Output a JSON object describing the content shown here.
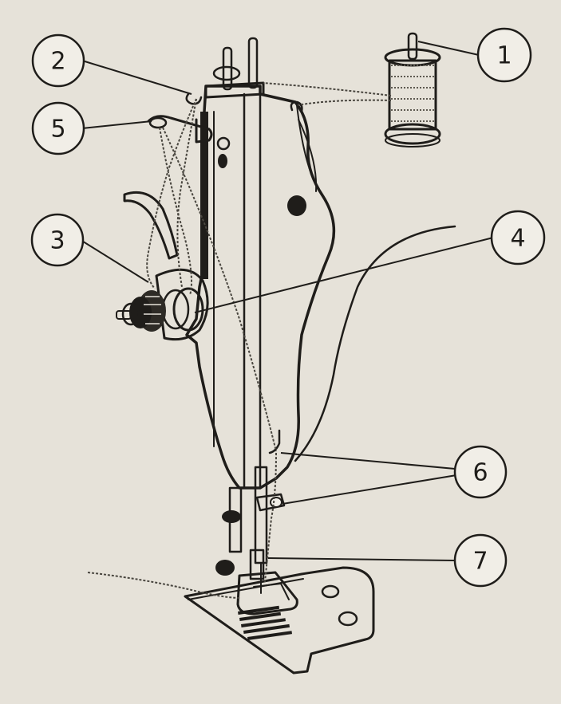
{
  "diagram": {
    "colors": {
      "paper": "#e6e2d9",
      "ink": "#1f1d1a",
      "machine": "#f1eee7",
      "thread": "#4a4740",
      "spool_thread": "#8c877c"
    },
    "callouts": [
      {
        "id": "1",
        "label": "1"
      },
      {
        "id": "2",
        "label": "2"
      },
      {
        "id": "3",
        "label": "3"
      },
      {
        "id": "4",
        "label": "4"
      },
      {
        "id": "5",
        "label": "5"
      },
      {
        "id": "6",
        "label": "6"
      },
      {
        "id": "7",
        "label": "7"
      }
    ]
  }
}
